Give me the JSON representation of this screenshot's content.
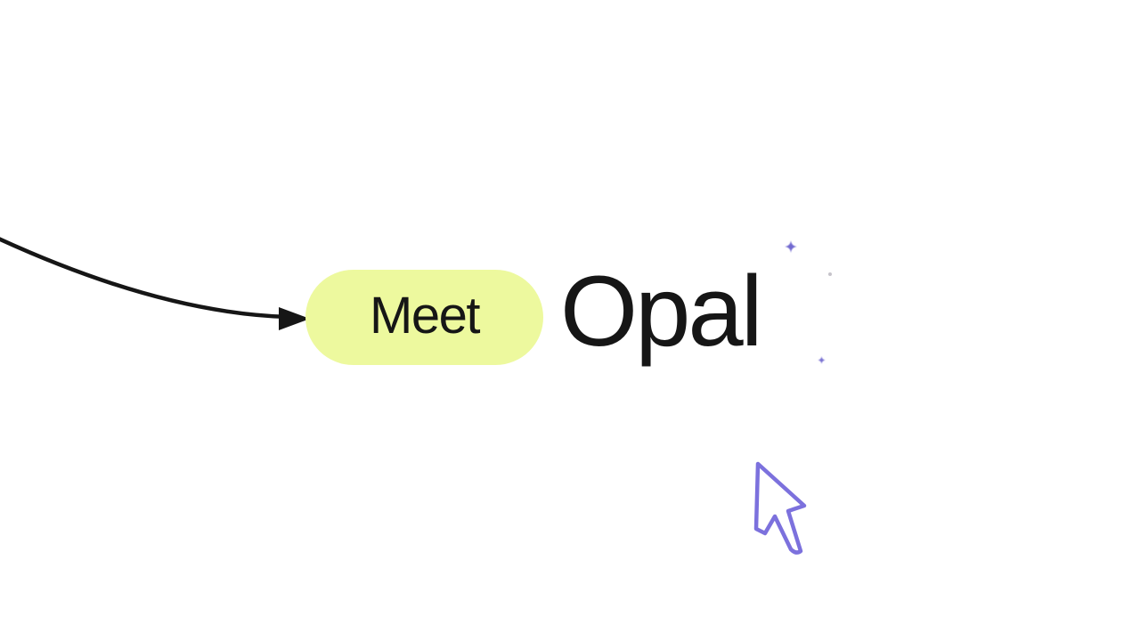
{
  "scene": {
    "badge_label": "Meet",
    "title": "Opal"
  },
  "colors": {
    "background": "#ffffff",
    "ink": "#161616",
    "pill_bg": "#edf99e",
    "cursor_stroke": "#7c71dd",
    "cursor_fill": "#ffffff",
    "sparkle": "#5a50c8",
    "dot_faint": "#97929e"
  },
  "icons": {
    "connector": "curved-arrow-right",
    "cursor": "mouse-pointer-outline",
    "sparkle_large": "four-point-star",
    "sparkle_small": "four-point-star",
    "faint_dot": "circle-dot"
  }
}
